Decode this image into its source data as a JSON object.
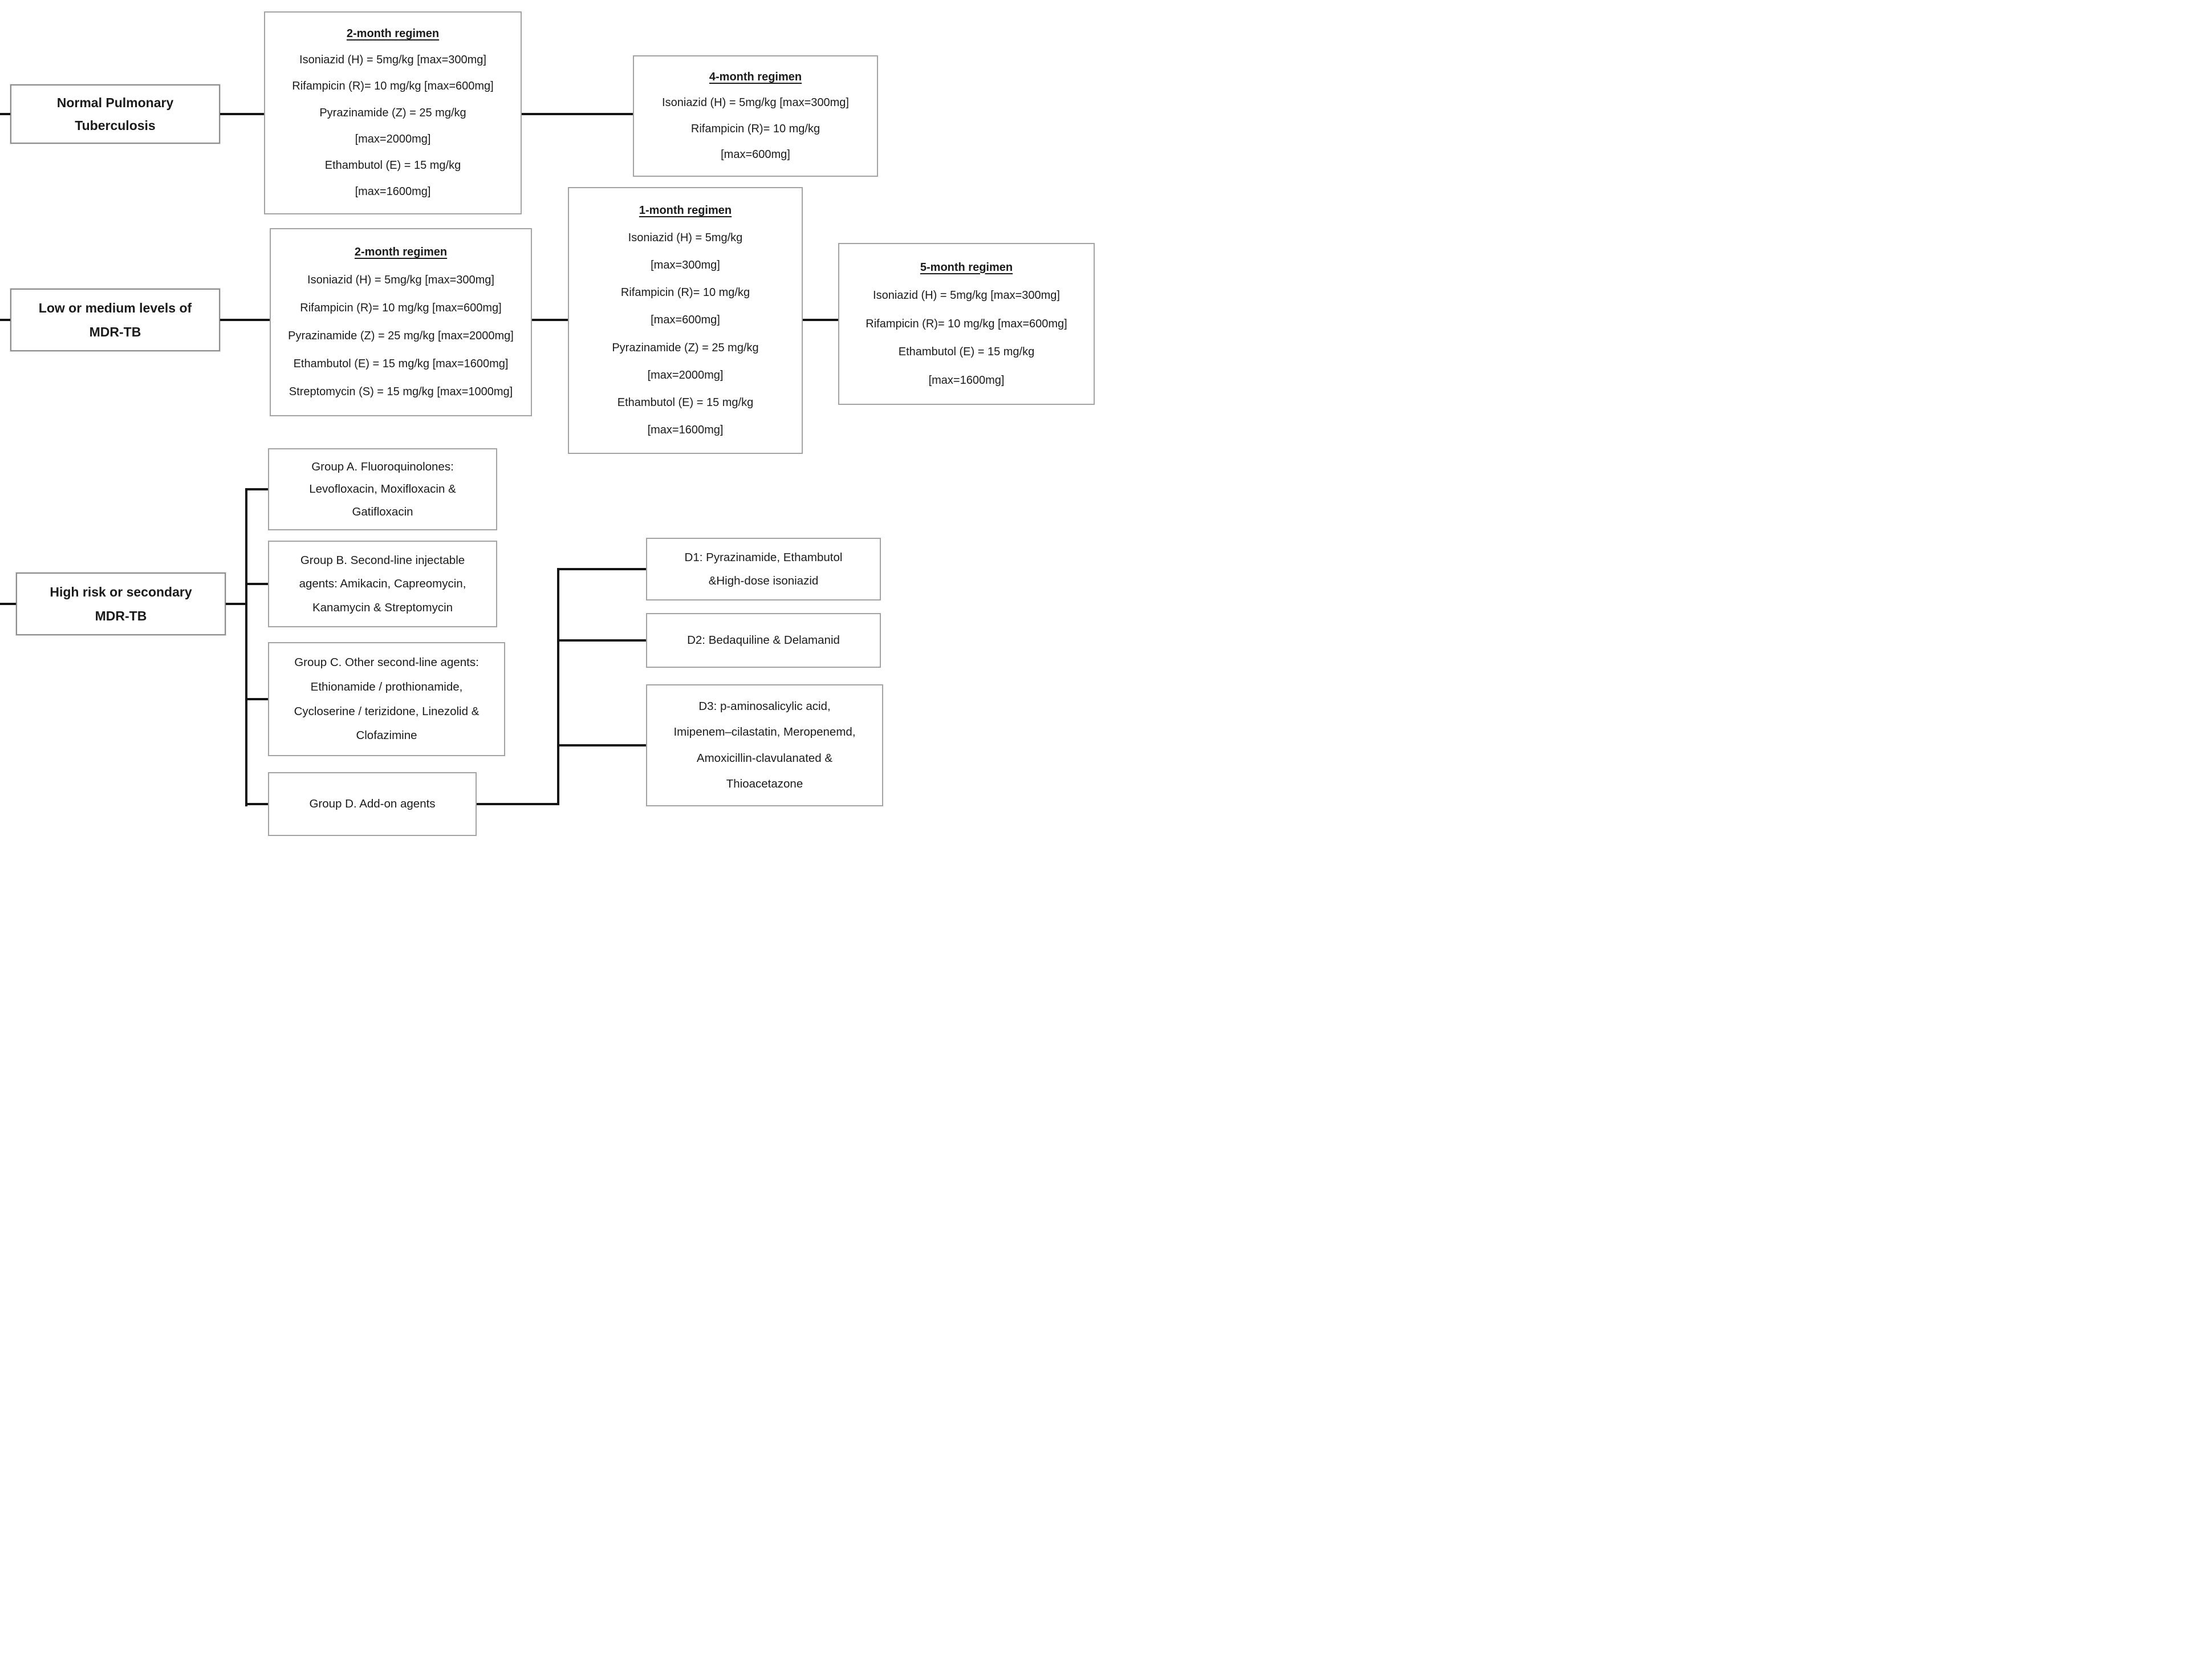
{
  "figure": {
    "background_color": "#ffffff",
    "text_color": "#1b1b1b",
    "box_border_color": "#a3a3a3",
    "connector_color": "#141414"
  },
  "nodes": {
    "normal_tb": {
      "lines": [
        "Normal Pulmonary",
        "Tuberculosis"
      ]
    },
    "regimen_2m_a": {
      "title": "2-month regimen",
      "lines": [
        "Isoniazid (H) = 5mg/kg [max=300mg]",
        "Rifampicin (R)= 10 mg/kg [max=600mg]",
        "Pyrazinamide (Z) = 25 mg/kg",
        "[max=2000mg]",
        "Ethambutol (E) = 15 mg/kg",
        "[max=1600mg]"
      ]
    },
    "regimen_4m": {
      "title": "4-month regimen",
      "lines": [
        "Isoniazid (H) = 5mg/kg [max=300mg]",
        "Rifampicin (R)= 10 mg/kg",
        "[max=600mg]"
      ]
    },
    "low_medium": {
      "lines": [
        "Low or medium levels of",
        "MDR-TB"
      ]
    },
    "regimen_2m_b": {
      "title": "2-month regimen",
      "lines": [
        "Isoniazid (H) = 5mg/kg [max=300mg]",
        "Rifampicin (R)= 10 mg/kg [max=600mg]",
        "Pyrazinamide (Z) = 25 mg/kg [max=2000mg]",
        "Ethambutol (E) = 15 mg/kg [max=1600mg]",
        "Streptomycin (S) = 15 mg/kg [max=1000mg]"
      ]
    },
    "regimen_1m": {
      "title": "1-month regimen",
      "lines": [
        "Isoniazid (H) = 5mg/kg",
        "[max=300mg]",
        "Rifampicin (R)= 10 mg/kg",
        "[max=600mg]",
        "Pyrazinamide (Z) = 25 mg/kg",
        "[max=2000mg]",
        "Ethambutol (E) = 15 mg/kg",
        "[max=1600mg]"
      ]
    },
    "regimen_5m": {
      "title": "5-month regimen",
      "lines": [
        "Isoniazid (H) = 5mg/kg [max=300mg]",
        "Rifampicin (R)= 10 mg/kg [max=600mg]",
        "Ethambutol (E) = 15 mg/kg",
        "[max=1600mg]"
      ]
    },
    "high_risk": {
      "lines": [
        "High risk or secondary",
        "MDR-TB"
      ]
    },
    "group_a": {
      "lines": [
        "Group A. Fluoroquinolones:",
        "Levofloxacin, Moxifloxacin &",
        "Gatifloxacin"
      ]
    },
    "group_b": {
      "lines": [
        "Group B. Second-line injectable",
        "agents: Amikacin, Capreomycin,",
        "Kanamycin & Streptomycin"
      ]
    },
    "group_c": {
      "lines": [
        "Group C. Other second-line agents:",
        "Ethionamide / prothionamide,",
        "Cycloserine / terizidone, Linezolid &",
        "Clofazimine"
      ]
    },
    "group_d": {
      "lines": [
        "Group D. Add-on agents"
      ]
    },
    "d1": {
      "lines": [
        "D1: Pyrazinamide, Ethambutol",
        "&High-dose isoniazid"
      ]
    },
    "d2": {
      "lines": [
        "D2: Bedaquiline & Delamanid"
      ]
    },
    "d3": {
      "lines": [
        "D3: p-aminosalicylic acid,",
        "Imipenem–cilastatin, Meropenemd,",
        "Amoxicillin-clavulanated &",
        "Thioacetazone"
      ]
    }
  }
}
